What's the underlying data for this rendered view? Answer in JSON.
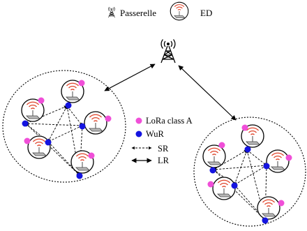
{
  "legend_top": {
    "gateway_label": "Passerelle",
    "ed_label": "ED"
  },
  "legend_side": {
    "lora_label": "LoRa class A",
    "wur_label": "WuR",
    "sr_label": "SR",
    "lr_label": "LR"
  },
  "colors": {
    "lora": "#f04fd8",
    "wur": "#1414e0",
    "line": "#000000",
    "signal": "#e0442a"
  },
  "icons": {
    "gateway": "antenna-tower-icon",
    "end_device": "lora-end-device-icon"
  }
}
